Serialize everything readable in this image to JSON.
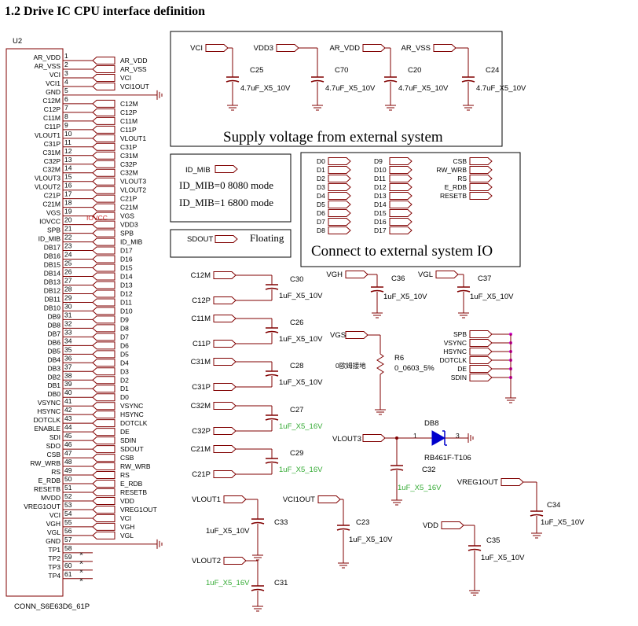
{
  "title": "1.2 Drive IC CPU interface definition",
  "connector": {
    "ref": "U2",
    "part": "CONN_S6E63D6_61P",
    "pins": [
      {
        "n": "1",
        "name": "AR_VDD",
        "net": "AR_VDD"
      },
      {
        "n": "2",
        "name": "AR_VSS",
        "net": "AR_VSS"
      },
      {
        "n": "3",
        "name": "VCI",
        "net": "VCI"
      },
      {
        "n": "4",
        "name": "VCI1",
        "net": "VCI1OUT"
      },
      {
        "n": "5",
        "name": "GND",
        "net": ""
      },
      {
        "n": "6",
        "name": "C12M",
        "net": "C12M"
      },
      {
        "n": "7",
        "name": "C12P",
        "net": "C12P"
      },
      {
        "n": "8",
        "name": "C11M",
        "net": "C11M"
      },
      {
        "n": "9",
        "name": "C11P",
        "net": "C11P"
      },
      {
        "n": "10",
        "name": "VLOUT1",
        "net": "VLOUT1"
      },
      {
        "n": "11",
        "name": "C31P",
        "net": "C31P"
      },
      {
        "n": "12",
        "name": "C31M",
        "net": "C31M"
      },
      {
        "n": "13",
        "name": "C32P",
        "net": "C32P"
      },
      {
        "n": "14",
        "name": "C32M",
        "net": "C32M"
      },
      {
        "n": "15",
        "name": "VLOUT3",
        "net": "VLOUT3"
      },
      {
        "n": "16",
        "name": "VLOUT2",
        "net": "VLOUT2"
      },
      {
        "n": "17",
        "name": "C21P",
        "net": "C21P"
      },
      {
        "n": "18",
        "name": "C21M",
        "net": "C21M"
      },
      {
        "n": "19",
        "name": "VGS",
        "net": "VGS"
      },
      {
        "n": "20",
        "name": "IOVCC",
        "net": "VDD3"
      },
      {
        "n": "21",
        "name": "SPB",
        "net": "SPB"
      },
      {
        "n": "22",
        "name": "ID_MIB",
        "net": "ID_MIB"
      },
      {
        "n": "23",
        "name": "DB17",
        "net": "D17"
      },
      {
        "n": "24",
        "name": "DB16",
        "net": "D16"
      },
      {
        "n": "25",
        "name": "DB15",
        "net": "D15"
      },
      {
        "n": "26",
        "name": "DB14",
        "net": "D14"
      },
      {
        "n": "27",
        "name": "DB13",
        "net": "D13"
      },
      {
        "n": "28",
        "name": "DB12",
        "net": "D12"
      },
      {
        "n": "29",
        "name": "DB11",
        "net": "D11"
      },
      {
        "n": "30",
        "name": "DB10",
        "net": "D10"
      },
      {
        "n": "31",
        "name": "DB9",
        "net": "D9"
      },
      {
        "n": "32",
        "name": "DB8",
        "net": "D8"
      },
      {
        "n": "33",
        "name": "DB7",
        "net": "D7"
      },
      {
        "n": "34",
        "name": "DB6",
        "net": "D6"
      },
      {
        "n": "35",
        "name": "DB5",
        "net": "D5"
      },
      {
        "n": "36",
        "name": "DB4",
        "net": "D4"
      },
      {
        "n": "37",
        "name": "DB3",
        "net": "D3"
      },
      {
        "n": "38",
        "name": "DB2",
        "net": "D2"
      },
      {
        "n": "39",
        "name": "DB1",
        "net": "D1"
      },
      {
        "n": "40",
        "name": "DB0",
        "net": "D0"
      },
      {
        "n": "41",
        "name": "VSYNC",
        "net": "VSYNC"
      },
      {
        "n": "42",
        "name": "HSYNC",
        "net": "HSYNC"
      },
      {
        "n": "43",
        "name": "DOTCLK",
        "net": "DOTCLK"
      },
      {
        "n": "44",
        "name": "ENABLE",
        "net": "DE"
      },
      {
        "n": "45",
        "name": "SDI",
        "net": "SDIN"
      },
      {
        "n": "46",
        "name": "SDO",
        "net": "SDOUT"
      },
      {
        "n": "47",
        "name": "CSB",
        "net": "CSB"
      },
      {
        "n": "48",
        "name": "RW_WRB",
        "net": "RW_WRB"
      },
      {
        "n": "49",
        "name": "RS",
        "net": "RS"
      },
      {
        "n": "50",
        "name": "E_RDB",
        "net": "E_RDB"
      },
      {
        "n": "51",
        "name": "RESETB",
        "net": "RESETB"
      },
      {
        "n": "52",
        "name": "MVDD",
        "net": "VDD"
      },
      {
        "n": "53",
        "name": "VREG1OUT",
        "net": "VREG1OUT"
      },
      {
        "n": "54",
        "name": "VCI",
        "net": "VCI"
      },
      {
        "n": "55",
        "name": "VGH",
        "net": "VGH"
      },
      {
        "n": "56",
        "name": "VGL",
        "net": "VGL"
      },
      {
        "n": "57",
        "name": "GND",
        "net": ""
      },
      {
        "n": "58",
        "name": "TP1",
        "net": ""
      },
      {
        "n": "59",
        "name": "TP2",
        "net": ""
      },
      {
        "n": "60",
        "name": "TP3",
        "net": ""
      },
      {
        "n": "61",
        "name": "TP4",
        "net": ""
      }
    ],
    "iovcc_tag": "IOVCC"
  },
  "supply_box": {
    "caption": "Supply voltage from external system",
    "caps": [
      {
        "net": "VCI",
        "ref": "C25",
        "value": "4.7uF_X5_10V"
      },
      {
        "net": "VDD3",
        "ref": "C70",
        "value": "4.7uF_X5_10V"
      },
      {
        "net": "AR_VDD",
        "ref": "C20",
        "value": "4.7uF_X5_10V"
      },
      {
        "net": "AR_VSS",
        "ref": "C24",
        "value": "4.7uF_X5_10V"
      }
    ]
  },
  "idmib_box": {
    "net": "ID_MIB",
    "mode1": "ID_MIB=0  8080 mode",
    "mode2": "ID_MIB=1  6800 mode"
  },
  "sdout_box": {
    "net": "SDOUT",
    "note": "Floating"
  },
  "io_box": {
    "caption": "Connect to external system IO",
    "col1": [
      "D0",
      "D1",
      "D2",
      "D3",
      "D4",
      "D5",
      "D6",
      "D7",
      "D8"
    ],
    "col2": [
      "D9",
      "D10",
      "D11",
      "D12",
      "D13",
      "D14",
      "D15",
      "D16",
      "D17"
    ],
    "col3": [
      "CSB",
      "RW_WRB",
      "RS",
      "E_RDB",
      "RESETB"
    ]
  },
  "pump_caps": [
    {
      "top": "C12M",
      "bot": "C12P",
      "ref": "C30",
      "value": "1uF_X5_10V",
      "green": false
    },
    {
      "top": "C11M",
      "bot": "C11P",
      "ref": "C26",
      "value": "1uF_X5_10V",
      "green": false
    },
    {
      "top": "C31M",
      "bot": "C31P",
      "ref": "C28",
      "value": "1uF_X5_10V",
      "green": false
    },
    {
      "top": "C32M",
      "bot": "C32P",
      "ref": "C27",
      "value": "1uF_X5_16V",
      "green": true
    },
    {
      "top": "C21M",
      "bot": "C21P",
      "ref": "C29",
      "value": "1uF_X5_16V",
      "green": true
    }
  ],
  "gate_caps": [
    {
      "net": "VGH",
      "ref": "C36",
      "value": "1uF_X5_10V"
    },
    {
      "net": "VGL",
      "ref": "C37",
      "value": "1uF_X5_10V"
    }
  ],
  "vgs": {
    "net": "VGS",
    "ref": "R6",
    "value": "0_0603_5%",
    "note": "0歐姆接地"
  },
  "rgb_group": [
    "SPB",
    "VSYNC",
    "HSYNC",
    "DOTCLK",
    "DE",
    "SDIN"
  ],
  "vlout3": {
    "net": "VLOUT3",
    "diode_ref": "DB8",
    "diode_part": "RB461F-T106",
    "pin1": "1",
    "pin3": "3",
    "cap_ref": "C32",
    "cap_value": "1uF_X5_16V"
  },
  "misc_caps": [
    {
      "net": "VLOUT1",
      "ref": "C33",
      "value": "1uF_X5_10V",
      "green": false
    },
    {
      "net": "VCI1OUT",
      "ref": "C23",
      "value": "1uF_X5_10V",
      "green": false
    },
    {
      "net": "VREG1OUT",
      "ref": "C34",
      "value": "1uF_X5_10V",
      "green": false
    },
    {
      "net": "VDD",
      "ref": "C35",
      "value": "1uF_X5_10V",
      "green": false
    },
    {
      "net": "VLOUT2",
      "ref": "C31",
      "value": "1uF_X5_16V",
      "green": true
    }
  ],
  "colors": {
    "wire": "#800000",
    "box": "#000000",
    "green": "#33aa33",
    "dot": "#cc00cc",
    "red": "#cc2222"
  }
}
